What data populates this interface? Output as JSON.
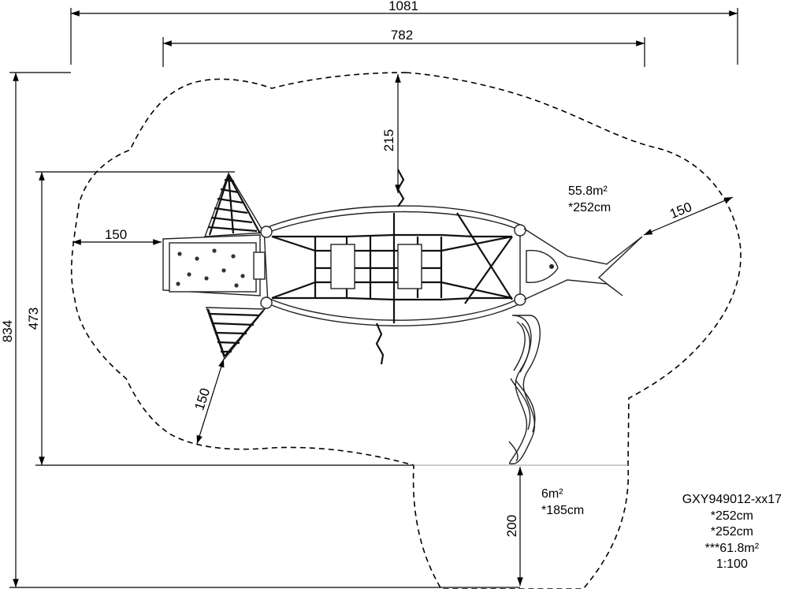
{
  "dimensions": {
    "overall_width": "1081",
    "equipment_width": "782",
    "overall_height": "834",
    "equipment_height": "473",
    "clearance_left": "150",
    "clearance_top": "215",
    "clearance_right": "150",
    "clearance_bottom_left": "150",
    "clearance_slide": "200"
  },
  "zones": {
    "main_area": "55.8m²",
    "main_height": "*252cm",
    "slide_area": "6m²",
    "slide_height": "*185cm"
  },
  "product": {
    "code": "GXY949012-xx17",
    "height_1": "*252cm",
    "height_2": "*252cm",
    "total_area": "***61.8m²",
    "scale": "1:100"
  }
}
